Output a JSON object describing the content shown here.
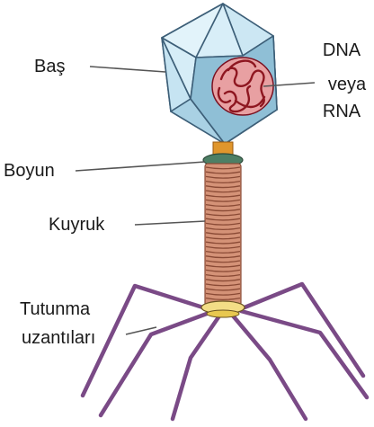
{
  "labels": {
    "head": "Baş",
    "genome_line1": "DNA",
    "genome_line2": "veya",
    "genome_line3": "RNA",
    "neck": "Boyun",
    "tail": "Kuyruk",
    "fibers_line1": "Tutunma",
    "fibers_line2": "uzantıları"
  },
  "colors": {
    "capsid_light": "#d4eef8",
    "capsid_mid": "#b2d8ea",
    "capsid_dark": "#8fbfd6",
    "capsid_edge": "#3d5f78",
    "genome_fill": "#e8a0a2",
    "genome_strand": "#8e1620",
    "neck_green": "#4d7f65",
    "collar_orange": "#e0962c",
    "tail_fill": "#d49277",
    "tail_ring": "#8a4a35",
    "fiber": "#7a4a86",
    "baseplate_yellow": "#e8c850"
  }
}
